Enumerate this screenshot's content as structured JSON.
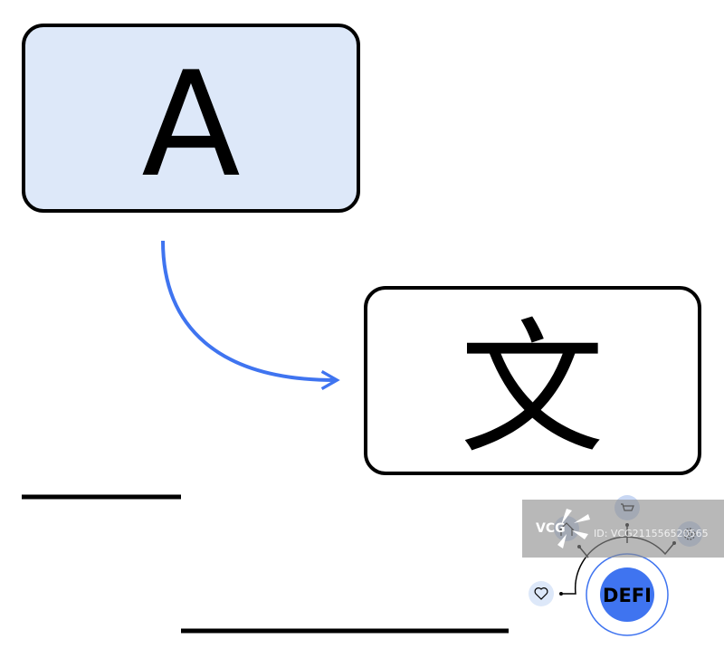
{
  "source_box": {
    "letter": "A",
    "fill": "#dde8f9"
  },
  "target_box": {
    "glyph": "文",
    "fill": "#ffffff"
  },
  "arrow": {
    "color": "#3f74f0"
  },
  "badge": {
    "label": "DEFI",
    "color": "#3f74f0",
    "ring_color": "#3f74f0"
  },
  "icons": [
    "heart-icon",
    "home-icon",
    "cart-icon",
    "gear-icon"
  ],
  "watermark": {
    "logo": "VCG",
    "id_text": "ID: VCG211556520565"
  }
}
